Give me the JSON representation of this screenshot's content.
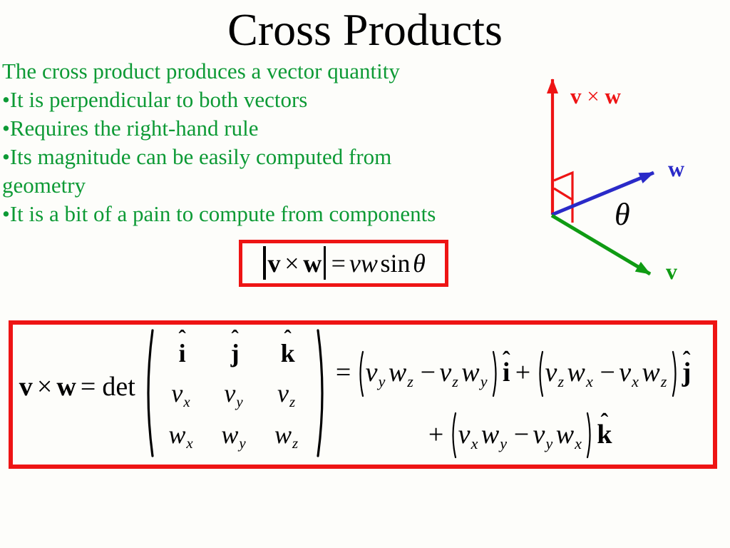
{
  "slide": {
    "title": "Cross Products",
    "lines": [
      "The cross product produces a vector quantity",
      "•It is perpendicular to both vectors",
      "•Requires the right-hand rule",
      "•Its magnitude can be easily computed from",
      "geometry",
      "•It is a bit of a pain to compute from components"
    ]
  },
  "colors": {
    "red": "#ee1414",
    "blue": "#2a2ac8",
    "green": "#0f9b13",
    "text_green": "#0d9a35",
    "black": "#000000"
  },
  "diagram": {
    "cross_v": "v",
    "cross_times": " × ",
    "cross_w": "w",
    "w_label": "w",
    "v_label": "v",
    "theta": "θ"
  },
  "formulas": {
    "magnitude": [
      {
        "t": "|",
        "k": "bar"
      },
      {
        "t": "v",
        "k": "b"
      },
      {
        "t": "×",
        "k": "o"
      },
      {
        "t": "w",
        "k": "b"
      },
      {
        "t": "|",
        "k": "bar"
      },
      {
        "t": "=",
        "k": "o"
      },
      {
        "t": "v",
        "k": "v"
      },
      {
        "t": "w",
        "k": "v"
      },
      {
        "t": "sin",
        "k": "r"
      },
      {
        "t": "θ",
        "k": "v"
      }
    ],
    "det_lhs": [
      {
        "t": "v",
        "k": "b"
      },
      {
        "t": "×",
        "k": "o"
      },
      {
        "t": "w",
        "k": "b"
      },
      {
        "t": "=",
        "k": "o"
      },
      {
        "t": "det",
        "k": "r"
      }
    ],
    "matrix_open": [
      {
        "t": "(",
        "k": "p",
        "h": 182
      }
    ],
    "matrix_close": [
      {
        "t": ")",
        "k": "p",
        "h": 182
      }
    ],
    "matrix_rows": [
      [
        {
          "hat": "i"
        },
        {
          "hat": "j"
        },
        {
          "hat": "k"
        }
      ],
      [
        {
          "base": "v",
          "sub": "x"
        },
        {
          "base": "v",
          "sub": "y"
        },
        {
          "base": "v",
          "sub": "z"
        }
      ],
      [
        {
          "base": "w",
          "sub": "x"
        },
        {
          "base": "w",
          "sub": "y"
        },
        {
          "base": "w",
          "sub": "z"
        }
      ]
    ],
    "det_rhs1": [
      {
        "t": "=",
        "k": "o"
      },
      {
        "t": "(",
        "k": "p",
        "h": 68
      },
      {
        "t": "v",
        "k": "v"
      },
      {
        "t": "y",
        "k": "s"
      },
      {
        "t": "w",
        "k": "v"
      },
      {
        "t": "z",
        "k": "s"
      },
      {
        "t": "−",
        "k": "o"
      },
      {
        "t": "v",
        "k": "v"
      },
      {
        "t": "z",
        "k": "s"
      },
      {
        "t": "w",
        "k": "v"
      },
      {
        "t": "y",
        "k": "s"
      },
      {
        "t": ")",
        "k": "p",
        "h": 68
      },
      {
        "t": "i",
        "k": "h"
      },
      {
        "t": "+",
        "k": "o"
      },
      {
        "t": "(",
        "k": "p",
        "h": 68
      },
      {
        "t": "v",
        "k": "v"
      },
      {
        "t": "z",
        "k": "s"
      },
      {
        "t": "w",
        "k": "v"
      },
      {
        "t": "x",
        "k": "s"
      },
      {
        "t": "−",
        "k": "o"
      },
      {
        "t": "v",
        "k": "v"
      },
      {
        "t": "x",
        "k": "s"
      },
      {
        "t": "w",
        "k": "v"
      },
      {
        "t": "z",
        "k": "s"
      },
      {
        "t": ")",
        "k": "p",
        "h": 68
      },
      {
        "t": "j",
        "k": "h"
      }
    ],
    "det_rhs2": [
      {
        "t": "+",
        "k": "o"
      },
      {
        "t": "(",
        "k": "p",
        "h": 68
      },
      {
        "t": "v",
        "k": "v"
      },
      {
        "t": "x",
        "k": "s"
      },
      {
        "t": "w",
        "k": "v"
      },
      {
        "t": "y",
        "k": "s"
      },
      {
        "t": "−",
        "k": "o"
      },
      {
        "t": "v",
        "k": "v"
      },
      {
        "t": "y",
        "k": "s"
      },
      {
        "t": "w",
        "k": "v"
      },
      {
        "t": "x",
        "k": "s"
      },
      {
        "t": ")",
        "k": "p",
        "h": 68
      },
      {
        "t": "k",
        "k": "h"
      }
    ]
  }
}
